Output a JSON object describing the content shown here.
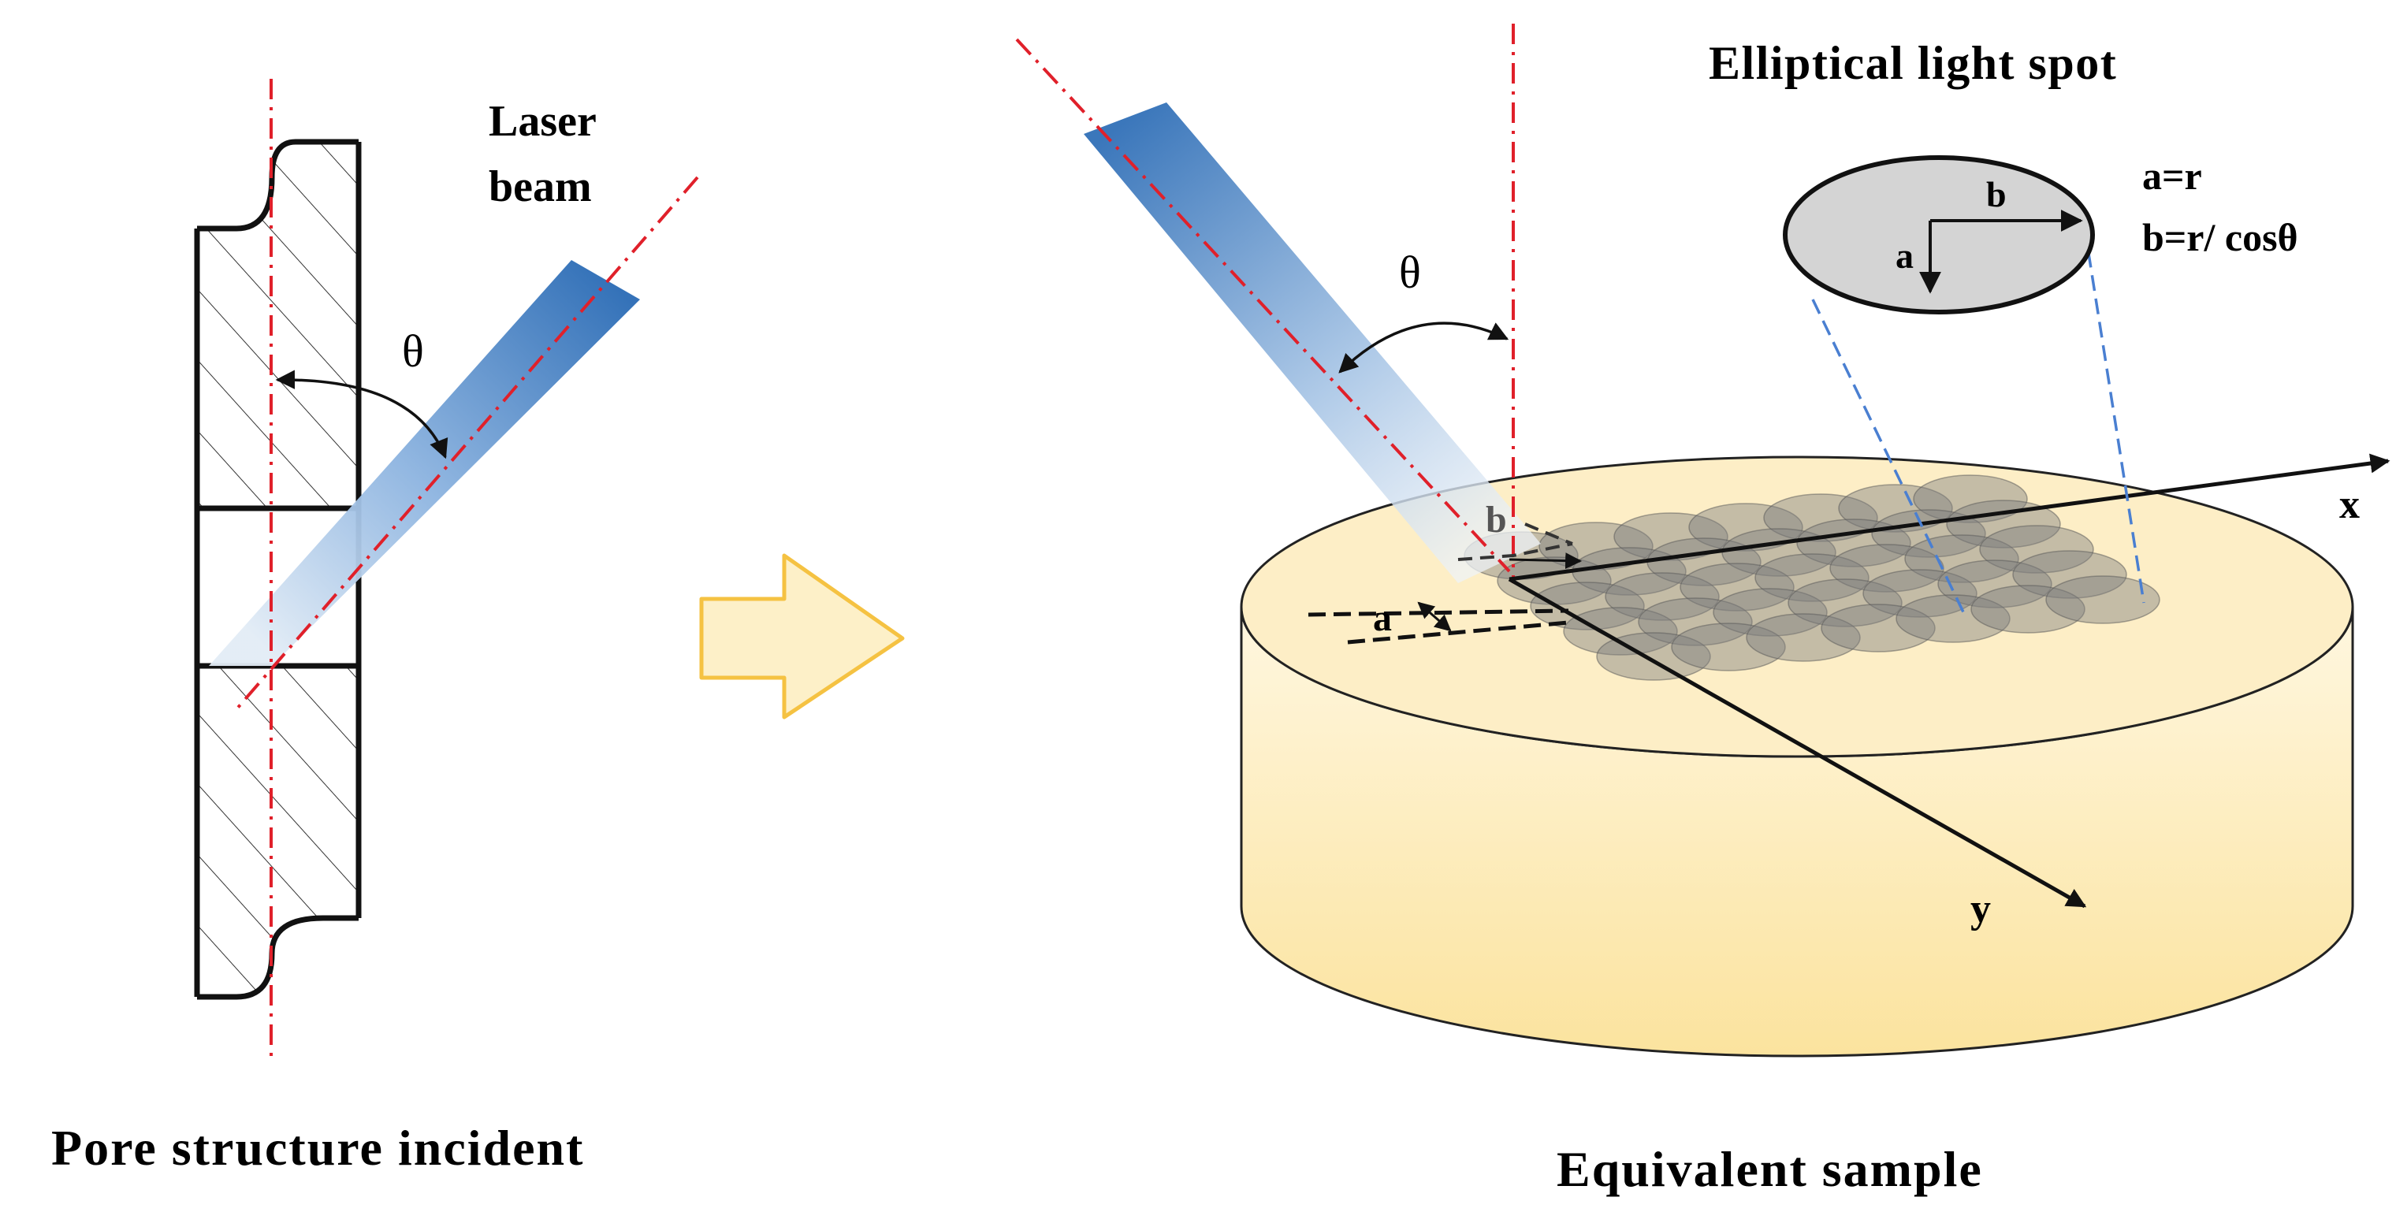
{
  "left_panel": {
    "beam_label_line1": "Laser",
    "beam_label_line2": "beam",
    "angle_symbol": "θ",
    "caption": "Pore structure incident"
  },
  "right_panel": {
    "angle_symbol": "θ",
    "spot_title": "Elliptical light spot",
    "spot_label_a": "a",
    "spot_label_b": "b",
    "formula_a": "a=r",
    "formula_b": "b=r/ cosθ",
    "beam_label_a": "a",
    "beam_label_b": "b",
    "axis_x": "x",
    "axis_y": "y",
    "caption": "Equivalent sample"
  },
  "colors": {
    "beam_dark": "#2a6bb5",
    "beam_light": "#cfe0f1",
    "sample_fill": "#fde9b8",
    "arrow_fill": "#fdf0c8",
    "arrow_stroke": "#f5c242",
    "guide_red": "#e0202a",
    "spot_gray": "#7e7e7e",
    "ellipse_fill": "#d4d4d4",
    "dashed_blue": "#4a7fd1"
  }
}
